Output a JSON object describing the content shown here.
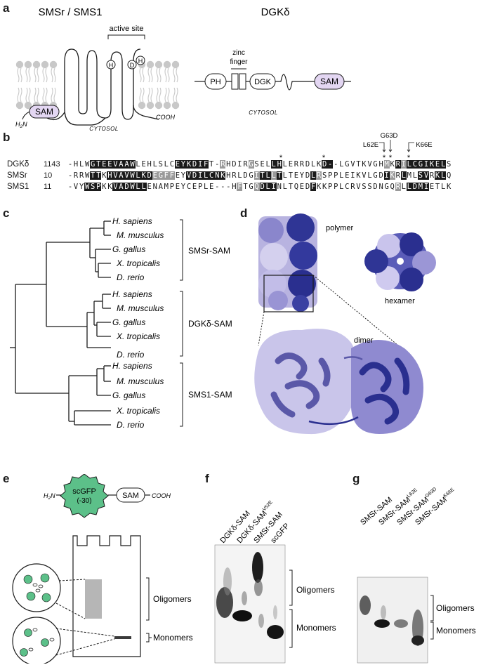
{
  "panels": {
    "a": "a",
    "b": "b",
    "c": "c",
    "d": "d",
    "e": "e",
    "f": "f",
    "g": "g"
  },
  "panel_a": {
    "smsr_title": "SMSr / SMS1",
    "dgk_title": "DGKδ",
    "active_site": "active site",
    "residue_h1": "H",
    "residue_d": "D",
    "residue_h2": "H",
    "sam": "SAM",
    "n_term": "H",
    "n_term_sub": "2",
    "n_term_suffix": "N",
    "cooh": "COOH",
    "cytosol_left": "CYTOSOL",
    "zinc_finger_1": "zinc",
    "zinc_finger_2": "finger",
    "ph": "PH",
    "dgk": "DGK",
    "sam_right": "SAM",
    "cytosol_right": "CYTOSOL"
  },
  "panel_b": {
    "mutations": [
      "L62E",
      "G63D",
      "K66E"
    ],
    "rows": [
      {
        "name": "DGKδ",
        "start": "1143",
        "seq": "-HLWGTEEVAAWLEHLSLCEYKDIFT-RHDIRGSELLHLERRDLKD--LGVTKVGHMKRILCGIKELS",
        "shade": "0000kkkkkkkk0000000kkkkkk00g0000g000kk0000000kk000000000g0kgkkkkkkk000k"
      },
      {
        "name": "SMSr",
        "start": "10",
        "seq": "-RRWTTKHVAVWLKDEGFFEYVDILCNKHRLDGITLLTLTEYDLRSPPLEIKVLGDIKRLMLSVRKLQ",
        "shade": "0000kk0kkkkkkkkgggg00kkkkkkk00000gkkgk00000kg00000000000kg0k00kk0kk0kk"
      },
      {
        "name": "SMS1",
        "start": "11",
        "seq": "-VYWSPKKVADWLLENAMPEYCEPLE---HFTGQDLINLTQEDFKKPPLCRVSSDNGQRLLDMIETLK",
        "shade": "000kkk00kkkkkk0000000000000000g00gkkk000000k00000000000000g0kkkk0000k0"
      }
    ],
    "stars": "*"
  },
  "panel_c": {
    "species": [
      "H. sapiens",
      "M. musculus",
      "G. gallus",
      "X. tropicalis",
      "D. rerio"
    ],
    "groups": [
      "SMSr-SAM",
      "DGKδ-SAM",
      "SMS1-SAM"
    ]
  },
  "panel_d": {
    "polymer": "polymer",
    "hexamer": "hexamer",
    "dimer": "dimer"
  },
  "panel_e": {
    "n_term": "H",
    "n_term_sub": "2",
    "n_term_suffix": "N",
    "scgfp": "scGFP",
    "scgfp_charge": "(-30)",
    "sam": "SAM",
    "cooh": "COOH",
    "oligomers": "Oligomers",
    "monomers": "Monomers"
  },
  "panel_f": {
    "lanes": [
      {
        "base": "DGKδ-SAM",
        "sup": ""
      },
      {
        "base": "DGKδ-SAM",
        "sup": "V52E"
      },
      {
        "base": "SMSr-SAM",
        "sup": ""
      },
      {
        "base": "scGFP",
        "sup": ""
      }
    ],
    "oligomers": "Oligomers",
    "monomers": "Monomers"
  },
  "panel_g": {
    "lanes": [
      {
        "base": "SMSr-SAM",
        "sup": ""
      },
      {
        "base": "SMSr-SAM",
        "sup": "L62E"
      },
      {
        "base": "SMSr-SAM",
        "sup": "G63D"
      },
      {
        "base": "SMSr-SAM",
        "sup": "K66E"
      }
    ],
    "oligomers": "Oligomers",
    "monomers": "Monomers"
  },
  "colors": {
    "sam_fill": "#e3d6f2",
    "gfp_green": "#5cc089",
    "protein_light": "#a9a4d6",
    "protein_dark": "#2a2f8f",
    "membrane_gray": "#c8c8c8"
  }
}
